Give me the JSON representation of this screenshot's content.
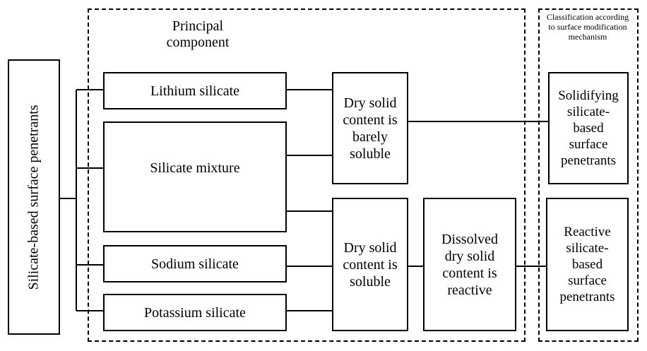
{
  "root": {
    "label": "Silicate-based surface penetrants"
  },
  "group_principal": {
    "title": "Principal component"
  },
  "group_classification": {
    "title": "Classification according to surface modification mechanism"
  },
  "components": {
    "lithium": "Lithium silicate",
    "mixture": "Silicate mixture",
    "sodium": "Sodium silicate",
    "potassium": "Potassium silicate"
  },
  "properties": {
    "barely_soluble": "Dry solid content is barely soluble",
    "soluble": "Dry solid content is soluble",
    "reactive": "Dissolved dry solid content is reactive"
  },
  "classes": {
    "solidifying": "Solidifying silicate-based surface penetrants",
    "reactive": "Reactive silicate-based surface penetrants"
  }
}
